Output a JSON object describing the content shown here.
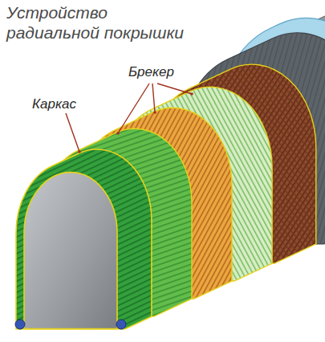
{
  "diagram": {
    "title": "Устройство радиальной покрышки",
    "labels": [
      "Брекер",
      "Каркас"
    ]
  }
}
